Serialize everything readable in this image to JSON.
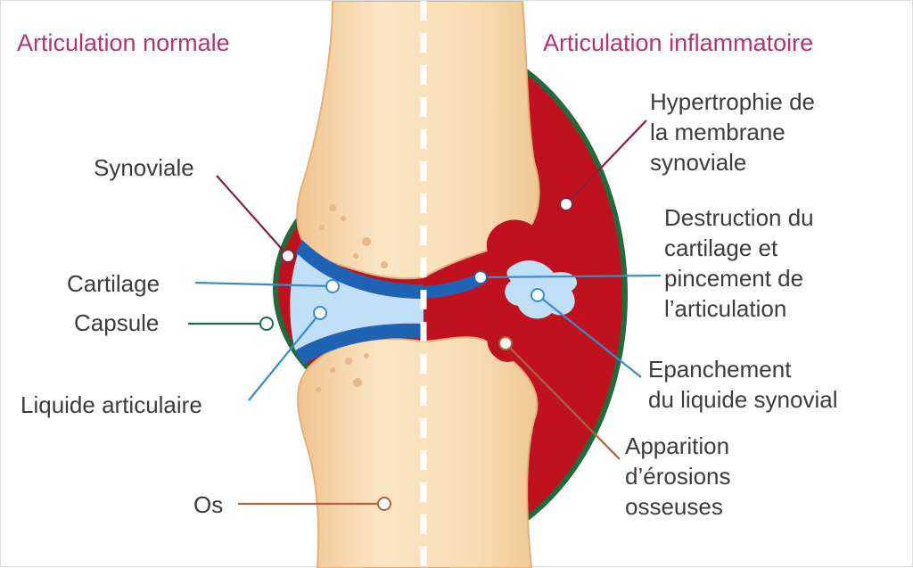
{
  "titles": {
    "left": "Articulation normale",
    "right": "Articulation inflammatoire"
  },
  "labels": {
    "synoviale": "Synoviale",
    "cartilage": "Cartilage",
    "capsule": "Capsule",
    "liquide": "Liquide articulaire",
    "os": "Os",
    "hypertrophie": [
      "Hypertrophie de",
      "la membrane",
      "synoviale"
    ],
    "destruction": [
      "Destruction du",
      "cartilage et",
      "pincement de",
      "l’articulation"
    ],
    "epanchement": [
      "Epanchement",
      "du liquide synovial"
    ],
    "erosions": [
      "Apparition",
      "d’érosions",
      "osseuses"
    ]
  },
  "colors": {
    "title": "#b5336f",
    "label": "#3c3c3c",
    "bone": "#f6d6a9",
    "bone_edge": "#e2b07a",
    "membrane": "#c0111f",
    "capsule_edge": "#1f6b3a",
    "cartilage": "#1f63b5",
    "fluid": "#bfe0f7",
    "synoviale_line": "#8a1e3a",
    "cartilage_line": "#3a8cc8",
    "capsule_line": "#1f6b4a",
    "os_line": "#a8683a"
  }
}
